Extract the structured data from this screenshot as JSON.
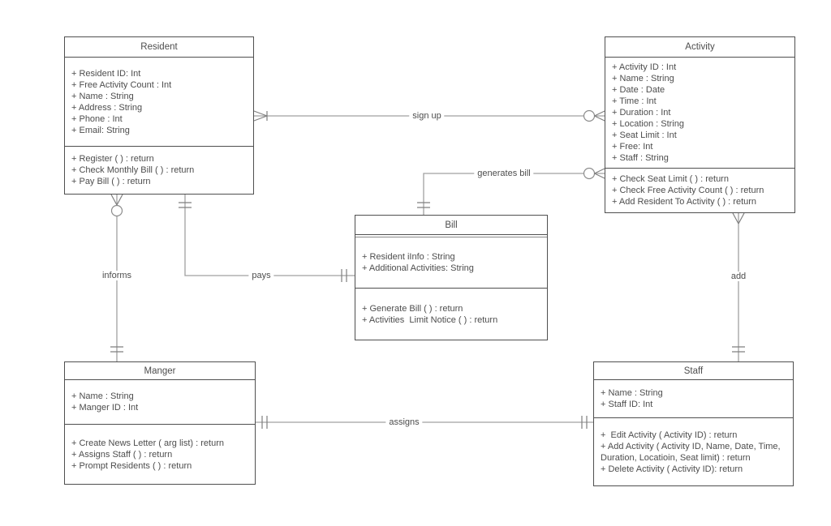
{
  "diagram": {
    "type": "uml-class-diagram",
    "background_color": "#ffffff",
    "box_border_color": "#4f4f4f",
    "connector_color": "#a0a0a0",
    "text_color": "#4d4d4d"
  },
  "classes": {
    "resident": {
      "title": "Resident",
      "attributes": [
        "+ Resident ID: Int",
        "+ Free Activity Count : Int",
        "+ Name : String",
        "+ Address : String",
        "+ Phone : Int",
        "+ Email: String"
      ],
      "methods": [
        "+ Register ( ) : return",
        "+ Check Monthly Bill ( ) : return",
        "+ Pay Bill ( ) : return"
      ]
    },
    "activity": {
      "title": "Activity",
      "attributes": [
        "+ Activity ID : Int",
        "+ Name : String",
        "+ Date : Date",
        "+ Time : Int",
        "+ Duration : Int",
        "+ Location : String",
        "+ Seat Limit : Int",
        "+ Free: Int",
        "+ Staff : String"
      ],
      "methods": [
        "+ Check Seat Limit ( ) : return",
        "+ Check Free Activity Count ( ) : return",
        "+ Add Resident To Activity ( ) : return"
      ]
    },
    "bill": {
      "title": "Bill",
      "attributes": [
        "+ Resident iInfo : String",
        "+ Additional Activities: String"
      ],
      "methods": [
        "+ Generate Bill ( ) : return",
        "+ Activities  Limit Notice ( ) : return"
      ]
    },
    "manger": {
      "title": "Manger",
      "attributes": [
        "+ Name : String",
        "+ Manger ID : Int"
      ],
      "methods": [
        "+ Create News Letter ( arg list) : return",
        "+ Assigns Staff ( ) : return",
        "+ Prompt Residents ( ) : return"
      ]
    },
    "staff": {
      "title": "Staff",
      "attributes": [
        "+ Name : String",
        "+ Staff ID: Int"
      ],
      "methods": [
        "+  Edit Activity ( Activity ID) : return",
        "+ Add Activity ( Activity ID, Name, Date, Time, Duration, Locatioin, Seat limit) : return",
        "+ Delete Activity ( Activity ID): return"
      ]
    }
  },
  "relationships": {
    "sign_up": {
      "label": "sign up",
      "source": "Resident",
      "target": "Activity",
      "source_marker": "one-or-many",
      "target_marker": "zero-or-many"
    },
    "generates_bill": {
      "label": "generates bill",
      "source": "Activity",
      "target": "Bill",
      "source_marker": "zero-or-many",
      "target_marker": "exactly-one"
    },
    "informs": {
      "label": "informs",
      "source": "Resident",
      "target": "Manger",
      "source_marker": "zero-or-many",
      "target_marker": "exactly-one"
    },
    "pays": {
      "label": "pays",
      "source": "Resident",
      "target": "Bill",
      "source_marker": "exactly-one",
      "target_marker": "exactly-one"
    },
    "add": {
      "label": "add",
      "source": "Activity",
      "target": "Staff",
      "source_marker": "many",
      "target_marker": "exactly-one"
    },
    "assigns": {
      "label": "assigns",
      "source": "Manger",
      "target": "Staff",
      "source_marker": "exactly-one",
      "target_marker": "exactly-one"
    }
  }
}
